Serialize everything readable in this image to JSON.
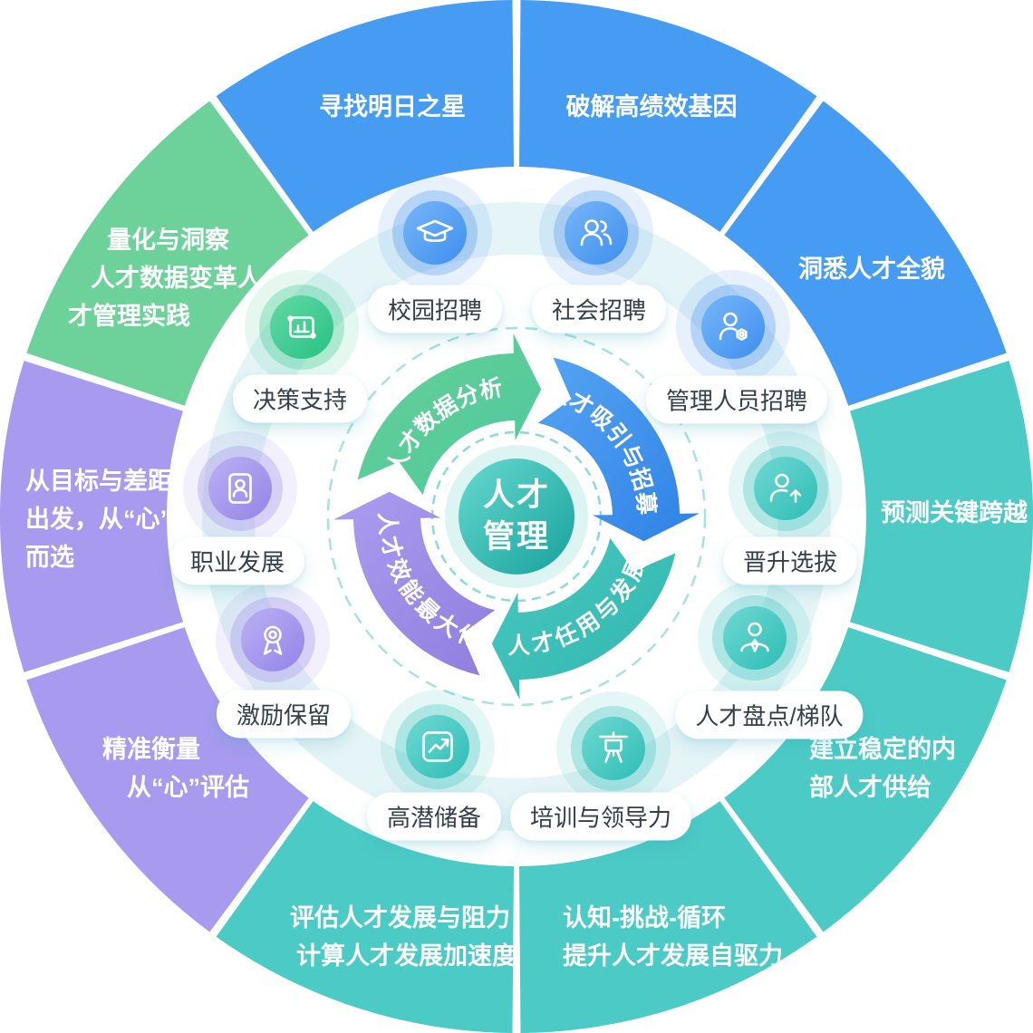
{
  "center": {
    "line1": "人才",
    "line2": "管理"
  },
  "colors": {
    "blue": "#469CF3",
    "teal": "#4CCAC6",
    "green": "#6CD29A",
    "purple": "#A89AEF",
    "icon_blue": "#4490EF",
    "icon_teal": "#32BFB8",
    "icon_green": "#2EC78C",
    "icon_purple": "#9889E8",
    "dash_inner": "#8ADBD5",
    "dash_outer": "#A5E3DF",
    "band": "rgba(203,234,240,0.5)",
    "center_ring": "rgba(214,242,240,0.85)"
  },
  "arrows": [
    {
      "id": "talent-data-analysis",
      "label": "人才数据分析",
      "c1": "#66D096",
      "c2": "#4EC89E"
    },
    {
      "id": "talent-attraction-recruit",
      "label": "人才吸引与招募",
      "c1": "#55A4F3",
      "c2": "#2E82E5"
    },
    {
      "id": "talent-deployment-develop",
      "label": "人才任用与发展",
      "c1": "#49C9C1",
      "c2": "#2FB5AE"
    },
    {
      "id": "talent-efficiency-maximize",
      "label": "人才效能最大化",
      "c1": "#AC9DF1",
      "c2": "#8F7EDD"
    }
  ],
  "ring_items": [
    {
      "id": "campus-recruiting",
      "label": "校园招聘",
      "color_key": "blue",
      "icon": "graduation-cap"
    },
    {
      "id": "social-recruiting",
      "label": "社会招聘",
      "color_key": "blue",
      "icon": "people"
    },
    {
      "id": "manager-recruiting",
      "label": "管理人员招聘",
      "color_key": "blue",
      "icon": "person-gear"
    },
    {
      "id": "promotion-selection",
      "label": "晋升选拔",
      "color_key": "teal",
      "icon": "person-arrow-up"
    },
    {
      "id": "talent-inventory",
      "label": "人才盘点/梯队",
      "color_key": "teal",
      "icon": "person-tie"
    },
    {
      "id": "training-leadership",
      "label": "培训与领导力",
      "color_key": "teal",
      "icon": "easel"
    },
    {
      "id": "high-potential",
      "label": "高潜储备",
      "color_key": "teal",
      "icon": "chart-line"
    },
    {
      "id": "incentive-retention",
      "label": "激励保留",
      "color_key": "purple",
      "icon": "medal"
    },
    {
      "id": "career-development",
      "label": "职业发展",
      "color_key": "purple",
      "icon": "id-card"
    },
    {
      "id": "decision-support",
      "label": "决策支持",
      "color_key": "green",
      "icon": "chart-board"
    }
  ],
  "outer_segments": [
    {
      "id": "high-performance-gene",
      "color_key": "blue",
      "lines": [
        "破解高绩效基因"
      ]
    },
    {
      "id": "talent-full-picture",
      "color_key": "blue",
      "lines": [
        "洞悉人才全貌"
      ]
    },
    {
      "id": "predict-key-leap",
      "color_key": "teal",
      "lines": [
        "预测关键跨越"
      ]
    },
    {
      "id": "stable-internal-supply",
      "color_key": "teal",
      "lines": [
        "建立稳定的内",
        "部人才供给"
      ]
    },
    {
      "id": "cognition-challenge-loop",
      "color_key": "teal",
      "lines": [
        "认知-挑战-循环",
        "提升人才发展自驱力"
      ]
    },
    {
      "id": "assess-development",
      "color_key": "teal",
      "lines": [
        "评估人才发展与阻力",
        "计算人才发展加速度"
      ]
    },
    {
      "id": "precise-measure",
      "color_key": "purple",
      "lines": [
        "精准衡量",
        "从“心”评估"
      ]
    },
    {
      "id": "goal-gap-selection",
      "color_key": "purple",
      "lines": [
        "从目标与差距",
        "出发，从“心”",
        "而选"
      ]
    },
    {
      "id": "quantify-insight",
      "color_key": "green",
      "lines": [
        "量化与洞察",
        "人才数据变革人",
        "才管理实践"
      ]
    },
    {
      "id": "find-tomorrow-star",
      "color_key": "blue",
      "lines": [
        "寻找明日之星"
      ]
    }
  ]
}
